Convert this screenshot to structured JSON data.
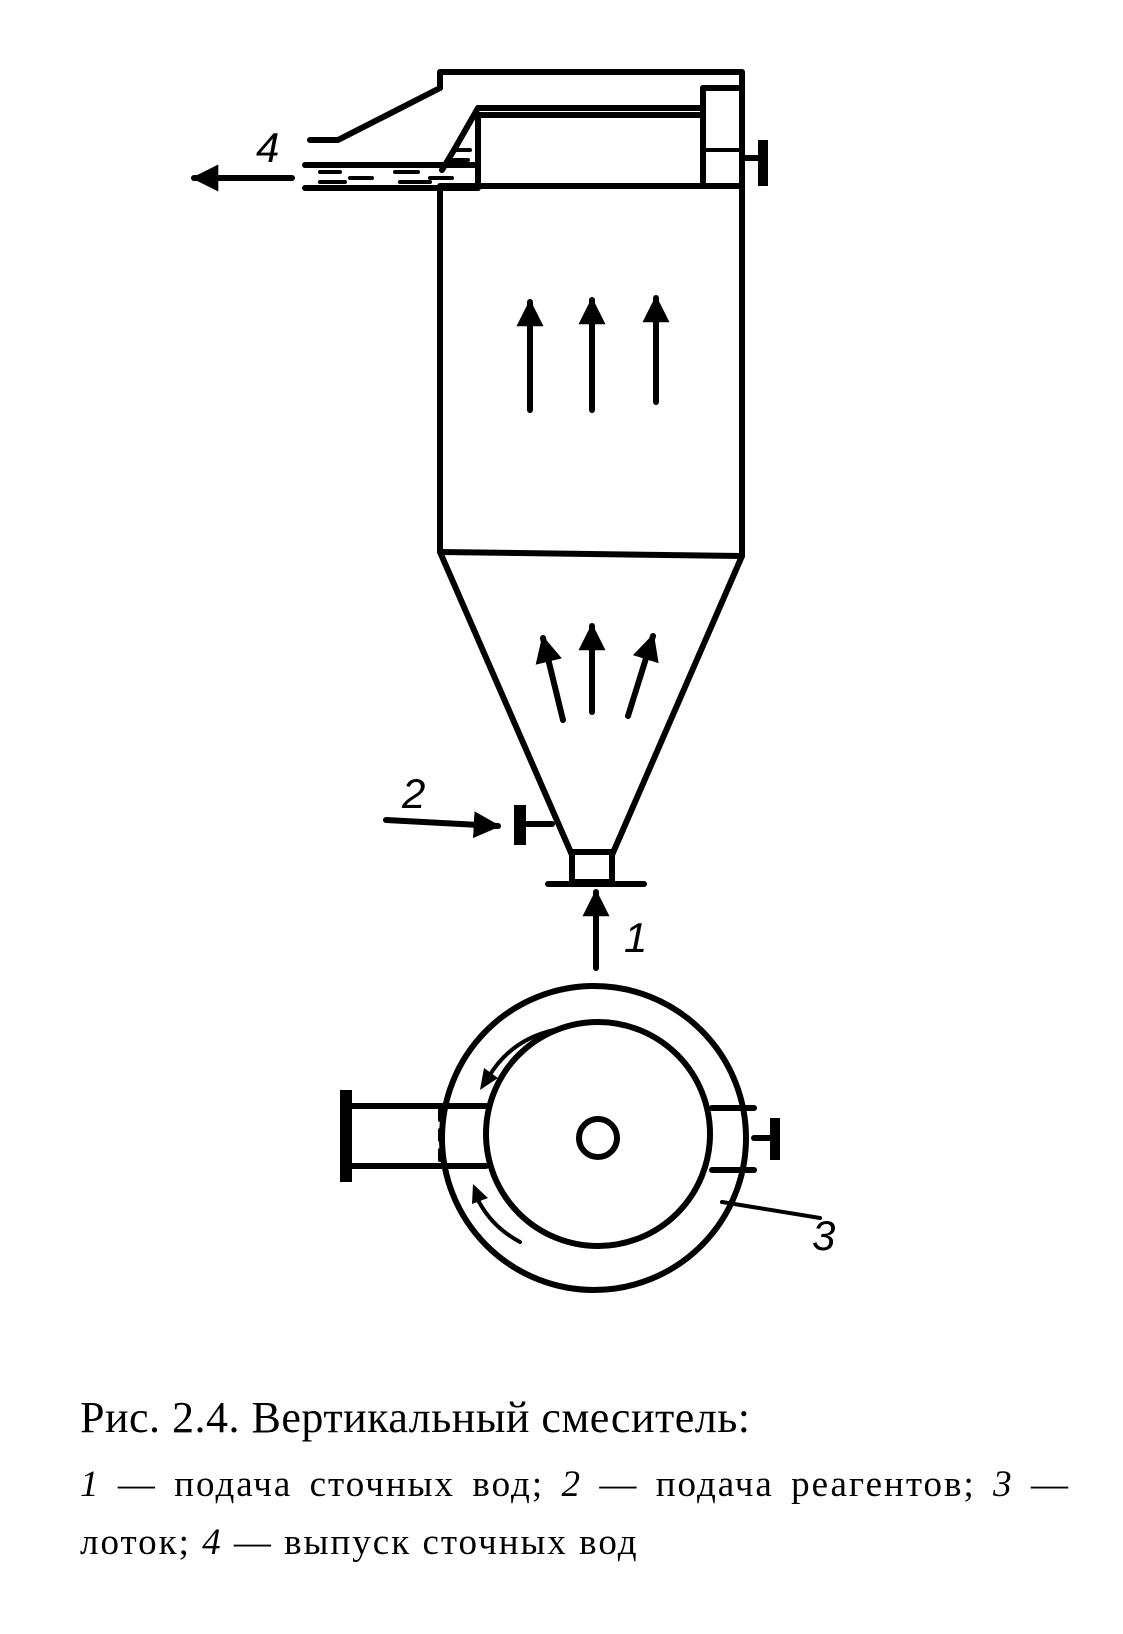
{
  "labels": {
    "n1": "1",
    "n2": "2",
    "n3": "3",
    "n4": "4"
  },
  "caption": {
    "title": "Рис. 2.4. Вертикальный смеситель:",
    "items": [
      {
        "num": "1",
        "text": "подача сточных вод"
      },
      {
        "num": "2",
        "text": "подача реагентов"
      },
      {
        "num": "3",
        "text": "лоток"
      },
      {
        "num": "4",
        "text": "выпуск сточных вод"
      }
    ]
  }
}
